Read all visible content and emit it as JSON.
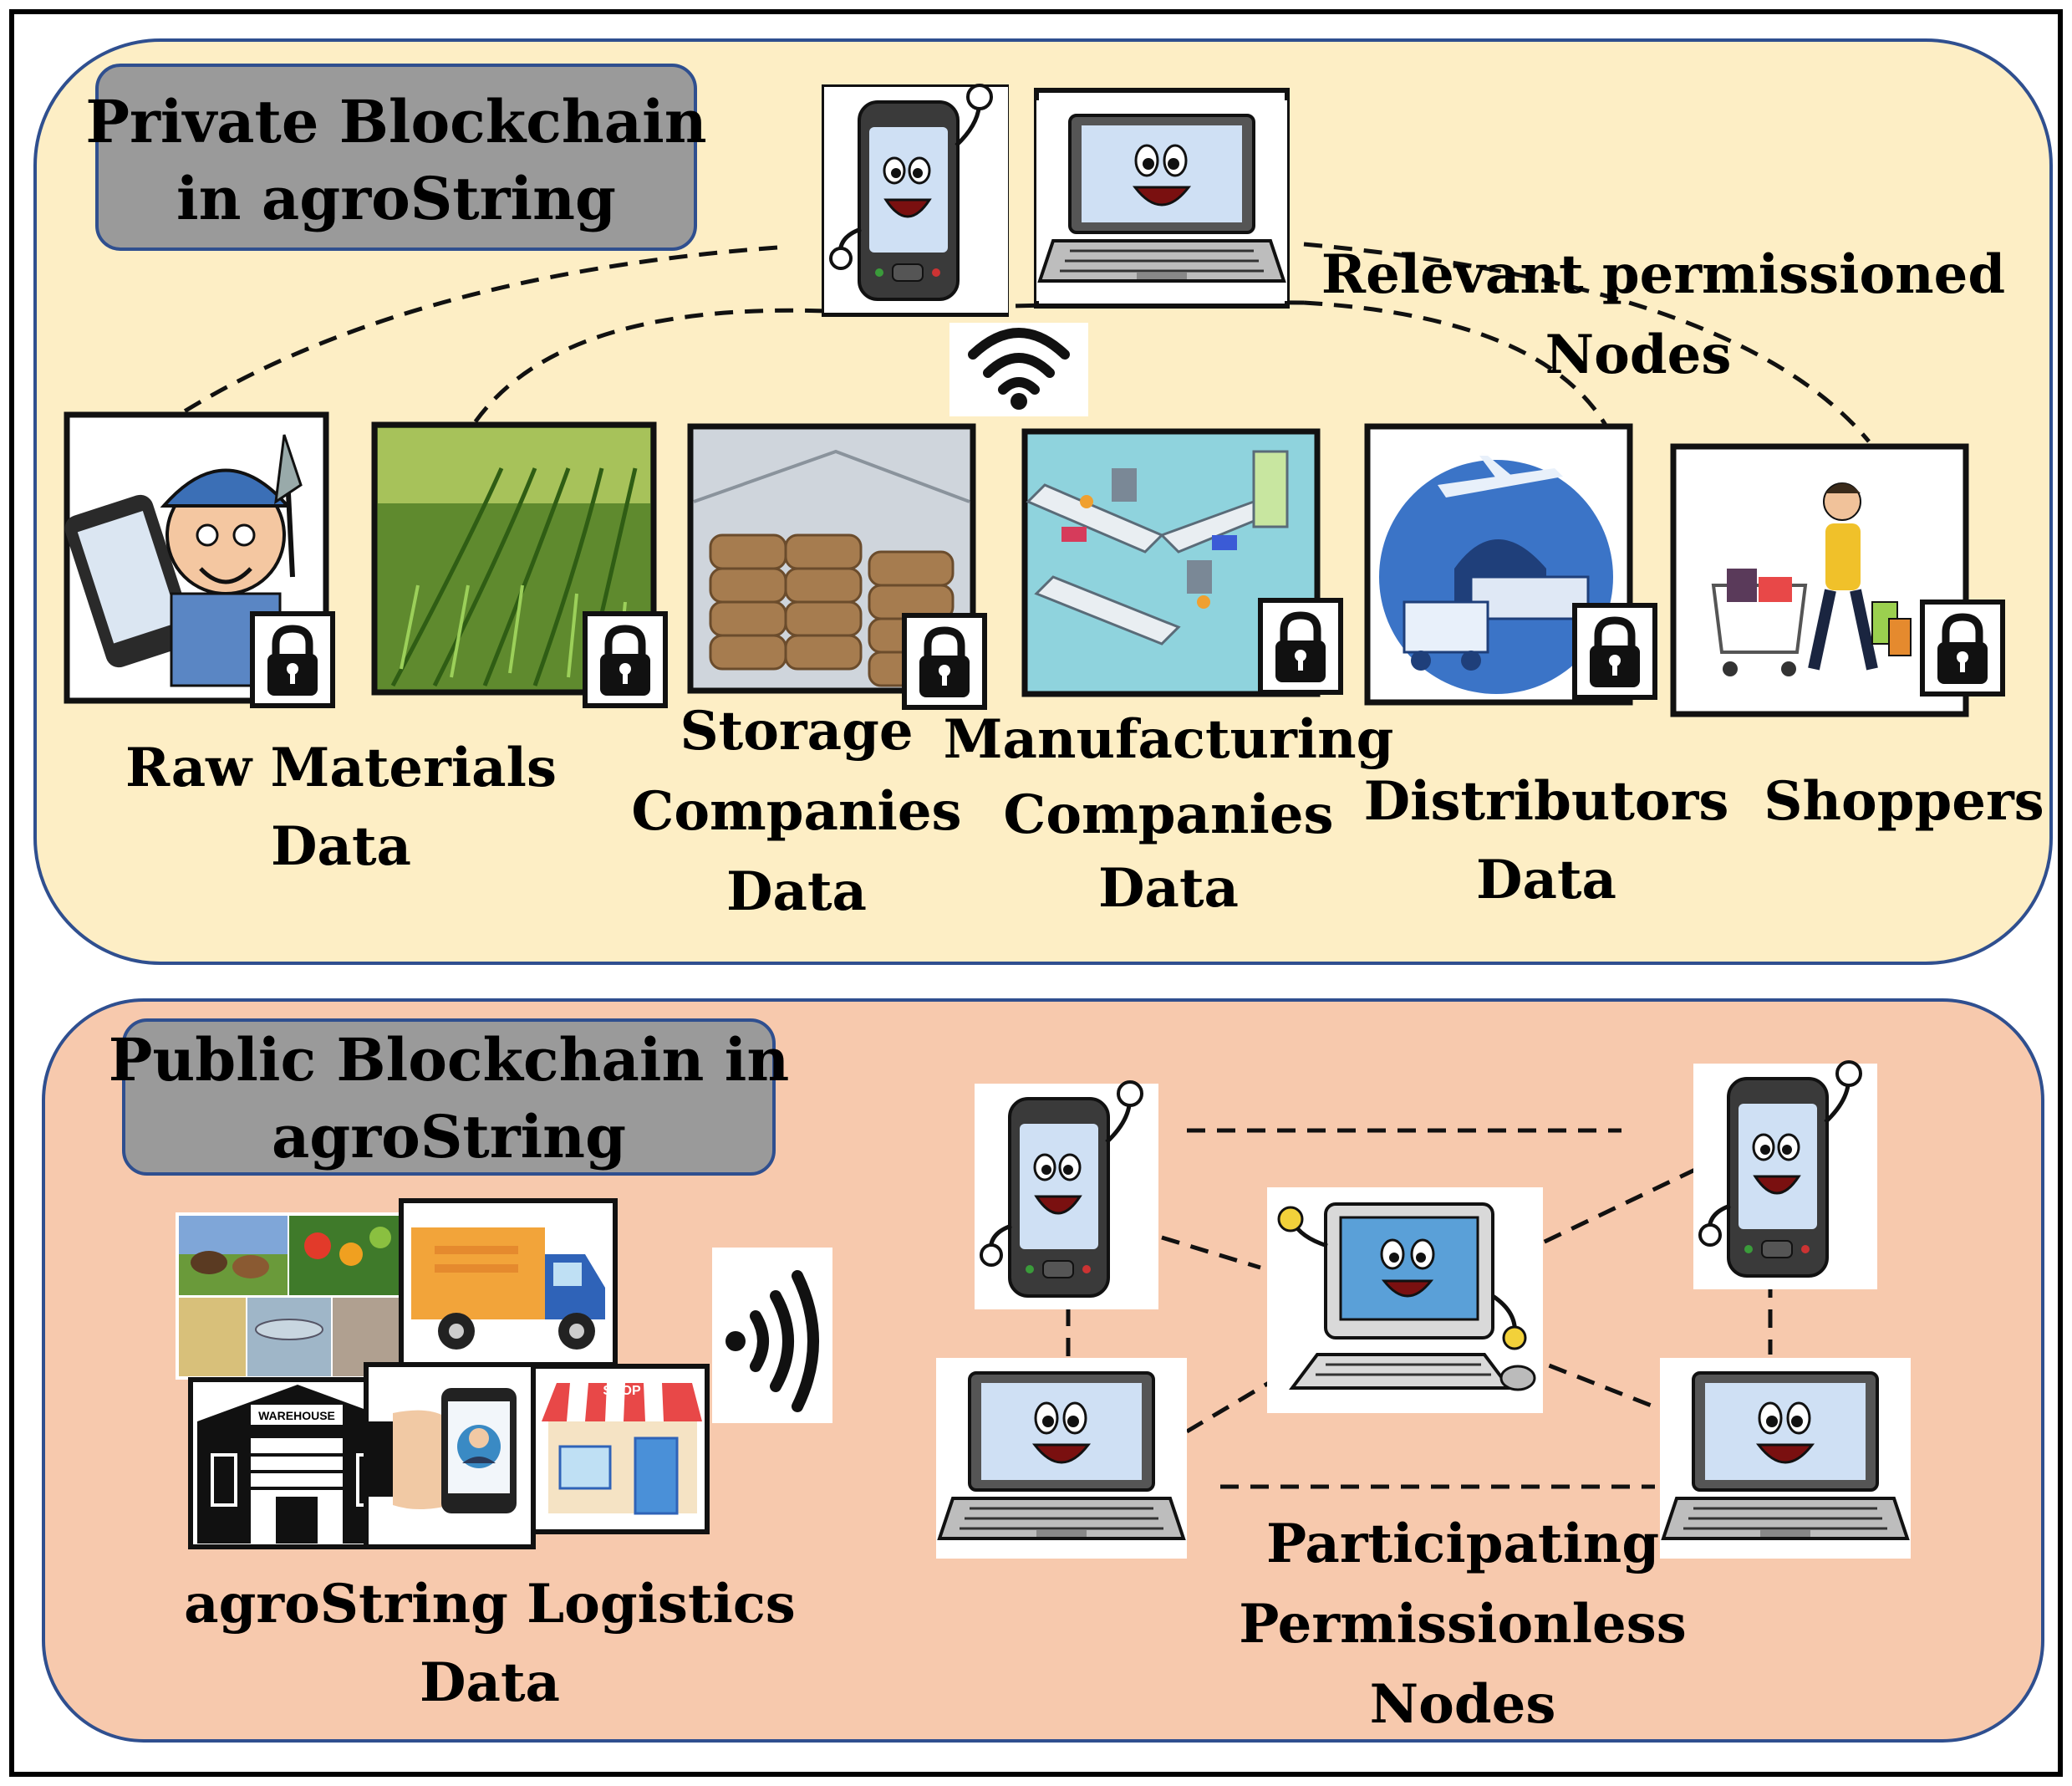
{
  "colors": {
    "private_panel": "#fdeec5",
    "public_panel": "#f7c9ad",
    "title_box": "#9a9a9a",
    "panel_border": "#2f4f8f",
    "outer_border": "#000000",
    "screen_blue": "#cfe0f4",
    "lock": "#111111"
  },
  "private_section": {
    "title_lines": [
      "Private Blockchain",
      "in agroString"
    ],
    "relevant_nodes_lines": [
      "Relevant permissioned",
      "Nodes"
    ],
    "nodes": [
      {
        "icon": "smartphone-character-icon"
      },
      {
        "icon": "laptop-character-icon"
      }
    ],
    "wifi_icon": "wifi-icon",
    "data_items": [
      {
        "icon": "farmer-with-phone-icon",
        "label_lines": [
          "Raw Materials",
          "Data"
        ],
        "locked": true
      },
      {
        "icon": "crop-field-icon",
        "label_lines": [],
        "locked": true
      },
      {
        "icon": "grain-sacks-warehouse-icon",
        "label_lines": [
          "Storage",
          "Companies",
          "Data"
        ],
        "locked": true
      },
      {
        "icon": "factory-assembly-line-icon",
        "label_lines": [
          "Manufacturing",
          "Companies",
          "Data"
        ],
        "locked": true
      },
      {
        "icon": "plane-truck-train-icon",
        "label_lines": [
          "Distributors",
          "Data"
        ],
        "locked": true
      },
      {
        "icon": "shopper-with-cart-icon",
        "label_lines": [
          "Shoppers"
        ],
        "locked": true
      }
    ]
  },
  "public_section": {
    "title_lines": [
      "Public Blockchain in",
      "agroString"
    ],
    "logistics": {
      "label_lines": [
        "agroString Logistics",
        "Data"
      ],
      "tiles": [
        "farm-produce-collage-icon",
        "delivery-truck-icon",
        "warehouse-icon",
        "phone-support-icon",
        "shop-icon"
      ],
      "warehouse_sign": "WAREHOUSE",
      "shop_sign": "SHOP"
    },
    "broadcast_icon": "broadcast-signal-icon",
    "network_label_lines": [
      "Participating",
      "Permissionless",
      "Nodes"
    ],
    "network_nodes": [
      {
        "id": "phone-left",
        "icon": "smartphone-character-icon"
      },
      {
        "id": "phone-right",
        "icon": "smartphone-character-icon"
      },
      {
        "id": "desktop-center",
        "icon": "desktop-computer-character-icon"
      },
      {
        "id": "laptop-left",
        "icon": "laptop-character-icon"
      },
      {
        "id": "laptop-right",
        "icon": "laptop-character-icon"
      }
    ]
  }
}
